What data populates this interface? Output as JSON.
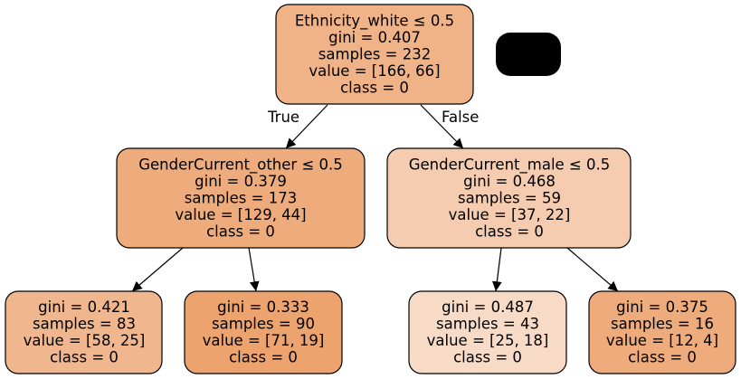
{
  "colors": {
    "class0_light": "#f9e0cf",
    "class0_mid": "#f0b38a",
    "class0_strong": "#eda877",
    "class0_pale": "#f5cdb0",
    "border": "#000000",
    "redaction": "#000000"
  },
  "edge_labels": {
    "true": "True",
    "false": "False"
  },
  "nodes": {
    "root": {
      "lines": [
        "Ethnicity_white ≤ 0.5",
        "gini = 0.407",
        "samples = 232",
        "value = [166, 66]",
        "class = 0"
      ],
      "fill": "#f0b387"
    },
    "left": {
      "lines": [
        "GenderCurrent_other ≤ 0.5",
        "gini = 0.379",
        "samples = 173",
        "value = [129, 44]",
        "class = 0"
      ],
      "fill": "#eeac7d"
    },
    "right": {
      "lines": [
        "GenderCurrent_male ≤ 0.5",
        "gini = 0.468",
        "samples = 59",
        "value = [37, 22]",
        "class = 0"
      ],
      "fill": "#f5ccaf"
    },
    "ll": {
      "lines": [
        "gini = 0.421",
        "samples = 83",
        "value = [58, 25]",
        "class = 0"
      ],
      "fill": "#f0b78e"
    },
    "lr": {
      "lines": [
        "gini = 0.333",
        "samples = 90",
        "value = [71, 19]",
        "class = 0"
      ],
      "fill": "#eca36e"
    },
    "rl": {
      "lines": [
        "gini = 0.487",
        "samples = 43",
        "value = [25, 18]",
        "class = 0"
      ],
      "fill": "#f8dbc7"
    },
    "rr": {
      "lines": [
        "gini = 0.375",
        "samples = 16",
        "value = [12, 4]",
        "class = 0"
      ],
      "fill": "#eeab7b"
    }
  }
}
